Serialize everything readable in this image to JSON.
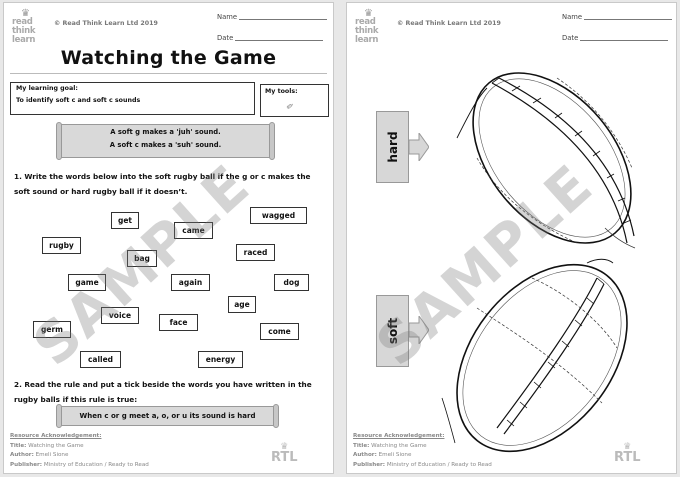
{
  "header": {
    "logo": "Read Think Learn",
    "copyright": "© Read Think Learn Ltd 2019",
    "name_label": "Name",
    "date_label": "Date"
  },
  "left": {
    "title": "Watching the Game",
    "goal_heading": "My learning goal:",
    "goal_text": "To identify soft c and soft c sounds",
    "tools_heading": "My tools:",
    "rule_line1": "A soft g makes a 'juh' sound.",
    "rule_line2": "A soft c makes a 'suh' sound.",
    "instruction1": "1.  Write the words below into the soft rugby ball if the g or c makes the soft sound or hard rugby ball if it doesn’t.",
    "words": [
      "get",
      "came",
      "wagged",
      "rugby",
      "bag",
      "raced",
      "game",
      "again",
      "dog",
      "age",
      "voice",
      "face",
      "germ",
      "come",
      "called",
      "energy"
    ],
    "instruction2": "2.  Read the rule and put a tick beside the words you have written in the rugby balls if this rule is true:",
    "rule_box": "When c or g meet a, o, or u its sound is hard"
  },
  "right": {
    "hard_label": "hard",
    "soft_label": "soft"
  },
  "acknowledgement": {
    "heading": "Resource Acknowledgement:",
    "title_label": "Title:",
    "title_value": "Watching the Game",
    "author_label": "Author:",
    "author_value": "Emeli Sione",
    "publisher_label": "Publisher:",
    "publisher_value": "Ministry of Education / Ready to Read"
  },
  "watermark": "SAMPLE",
  "footer_logo": "RTL"
}
